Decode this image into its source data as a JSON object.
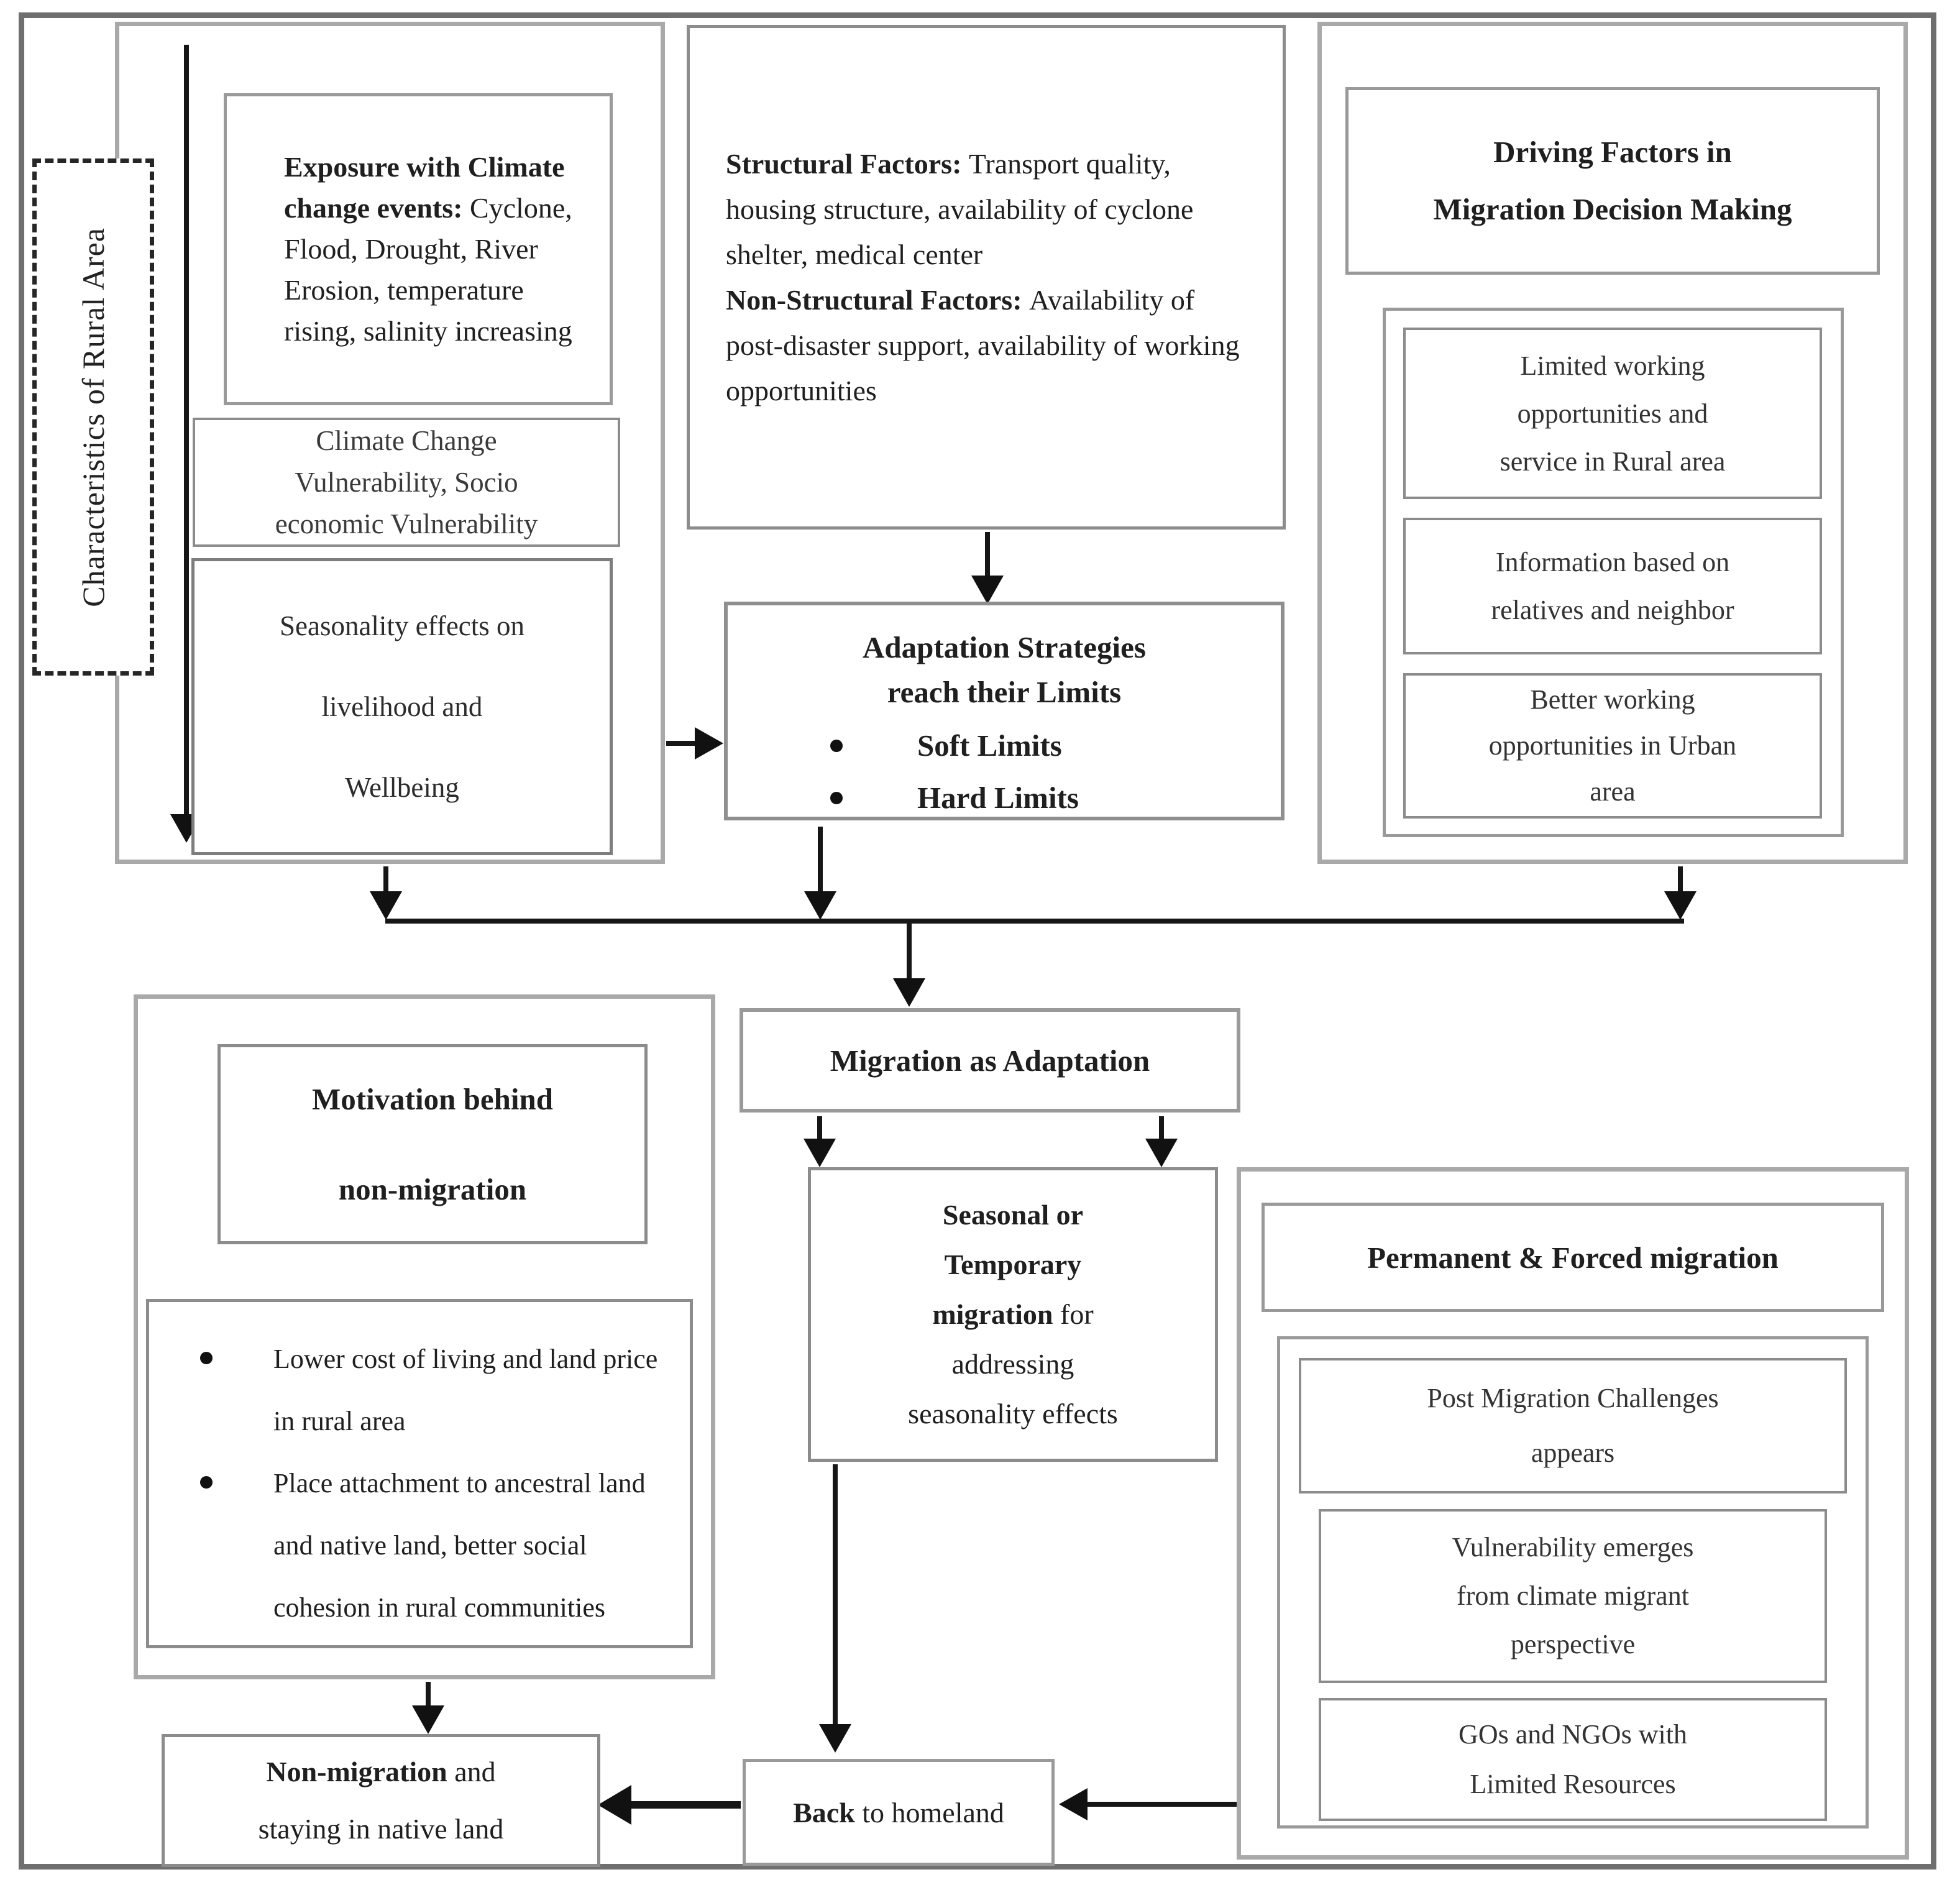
{
  "diagram": {
    "rural_label": "Characteristics of Rural Area",
    "exposure": {
      "bold": "Exposure with Climate change events:",
      "rest": " Cyclone, Flood, Drought, River Erosion, temperature rising, salinity increasing"
    },
    "vulnerability": "Climate Change\nVulnerability, Socio\neconomic Vulnerability",
    "seasonality": "Seasonality effects on\nlivelihood and\nWellbeing",
    "factors": {
      "p1_bold": "Structural Factors: ",
      "p1_rest": "Transport quality, housing structure, availability of cyclone shelter, medical center",
      "p2_bold": "Non-Structural Factors: ",
      "p2_rest": "Availability of post-disaster support, availability of working opportunities"
    },
    "driving": {
      "title": "Driving Factors in\nMigration Decision Making",
      "items": [
        "Limited working\nopportunities and\nservice in Rural area",
        "Information based on\nrelatives and neighbor",
        "Better working\nopportunities in Urban\narea"
      ]
    },
    "adaptation": {
      "title": "Adaptation Strategies\nreach their Limits",
      "bullets": [
        "Soft Limits",
        "Hard Limits"
      ]
    },
    "migration_as_adaptation": "Migration as Adaptation",
    "motivation": {
      "title": "Motivation behind\nnon-migration",
      "bullets": [
        "Lower cost of living and land price in rural area",
        "Place attachment to ancestral land and native land,  better social cohesion in rural communities"
      ]
    },
    "seasonal": {
      "bold": "Seasonal or\nTemporary\nmigration",
      "rest": " for\naddressing\nseasonality effects"
    },
    "permanent": {
      "title": "Permanent & Forced migration",
      "items": [
        "Post Migration Challenges\nappears",
        "Vulnerability emerges\nfrom climate migrant\nperspective",
        "GOs and NGOs with\nLimited Resources"
      ]
    },
    "non_migration": {
      "bold": "Non-migration",
      "rest": " and\nstaying in native land"
    },
    "back": {
      "bold": "Back",
      "rest": " to homeland"
    }
  }
}
